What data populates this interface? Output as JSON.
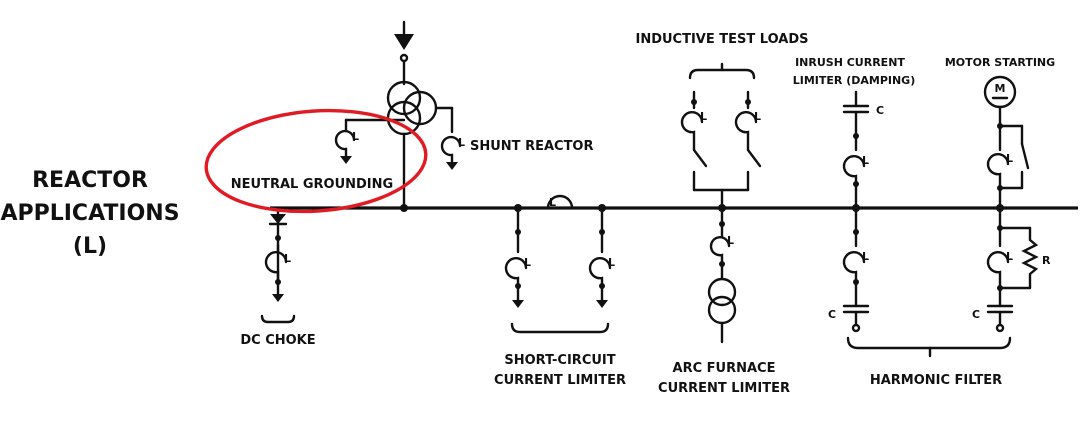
{
  "title": [
    "REACTOR",
    "APPLICATIONS",
    "(L)"
  ],
  "labels": {
    "neutral_grounding": "NEUTRAL GROUNDING",
    "shunt_reactor": "SHUNT REACTOR",
    "dc_choke": "DC CHOKE",
    "short_circuit_1": "SHORT-CIRCUIT",
    "short_circuit_2": "CURRENT LIMITER",
    "inductive_test_loads": "INDUCTIVE TEST LOADS",
    "arc_furnace_1": "ARC FURNACE",
    "arc_furnace_2": "CURRENT LIMITER",
    "inrush_1": "INRUSH CURRENT",
    "inrush_2": "LIMITER (DAMPING)",
    "motor_starting": "MOTOR STARTING",
    "harmonic_filter": "HARMONIC FILTER"
  },
  "symbols": {
    "inductor": "L",
    "capacitor": "C",
    "resistor": "R",
    "motor": "M"
  },
  "colors": {
    "line": "#111111",
    "highlight": "#e01b24",
    "background": "#ffffff"
  }
}
